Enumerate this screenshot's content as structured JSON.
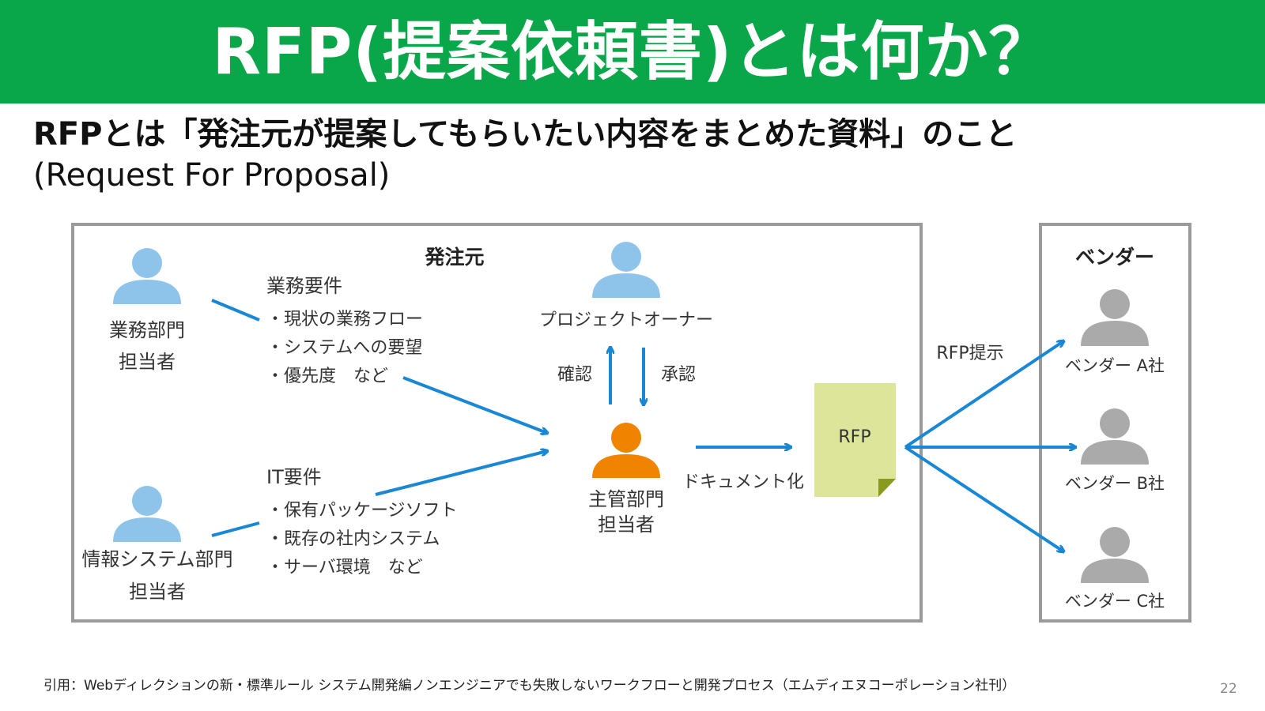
{
  "header": {
    "title": "RFP(提案依頼書)とは何か？"
  },
  "lead": {
    "line1": "RFPとは「発注元が提案してもらいたい内容をまとめた資料」のこと",
    "line2": "(Request For Proposal)"
  },
  "diagram": {
    "client_box_title": "発注元",
    "vendor_box_title": "ベンダー",
    "business_dept": {
      "line1": "業務部門",
      "line2": "担当者"
    },
    "it_dept": {
      "line1": "情報システム部門",
      "line2": "担当者"
    },
    "business_requirements": {
      "title": "業務要件",
      "items": [
        "・現状の業務フロー",
        "・システムへの要望",
        "・優先度　など"
      ]
    },
    "it_requirements": {
      "title": "IT要件",
      "items": [
        "・保有パッケージソフト",
        "・既存の社内システム",
        "・サーバ環境　など"
      ]
    },
    "project_owner": "プロジェクトオーナー",
    "confirm_label": "確認",
    "approve_label": "承認",
    "lead_dept": {
      "line1": "主管部門",
      "line2": "担当者"
    },
    "documentation_label": "ドキュメント化",
    "rfp_doc_label": "RFP",
    "rfp_present_label": "RFP提示",
    "vendors": [
      "ベンダー A社",
      "ベンダー B社",
      "ベンダー C社"
    ],
    "colors": {
      "person_blue": "#8fc4ea",
      "person_orange": "#f08300",
      "person_gray": "#aaaaaa",
      "arrow": "#1787d6",
      "document": "#dde59b",
      "header_green": "#0aa64a"
    }
  },
  "citation": "引用：Webディレクションの新・標準ルール システム開発編ノンエンジニアでも失敗しないワークフローと開発プロセス（エムディエヌコーポレーション社刊）",
  "page_number": "22"
}
